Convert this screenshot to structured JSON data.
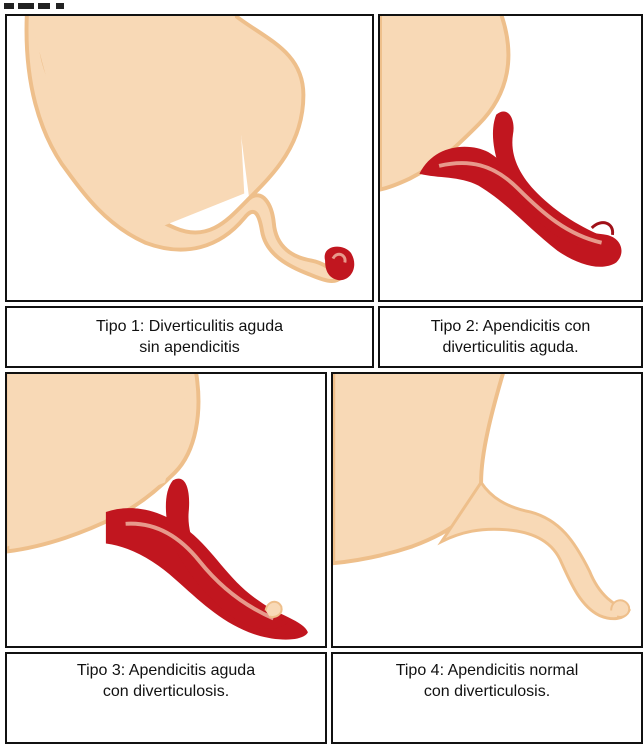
{
  "colors": {
    "colon_fill": "#f8d9b6",
    "colon_outline": "#eebf8b",
    "inflamed": "#c1161f",
    "inflamed_light": "#e79a8c",
    "border": "#111111"
  },
  "panels": [
    {
      "id": "tipo1",
      "caption_line1": "Tipo 1: Diverticulitis aguda",
      "caption_line2": "sin apendicitis"
    },
    {
      "id": "tipo2",
      "caption_line1": "Tipo 2: Apendicitis con",
      "caption_line2": "diverticulitis aguda."
    },
    {
      "id": "tipo3",
      "caption_line1": "Tipo 3: Apendicitis aguda",
      "caption_line2": "con diverticulosis."
    },
    {
      "id": "tipo4",
      "caption_line1": "Tipo 4: Apendicitis normal",
      "caption_line2": "con diverticulosis."
    }
  ]
}
